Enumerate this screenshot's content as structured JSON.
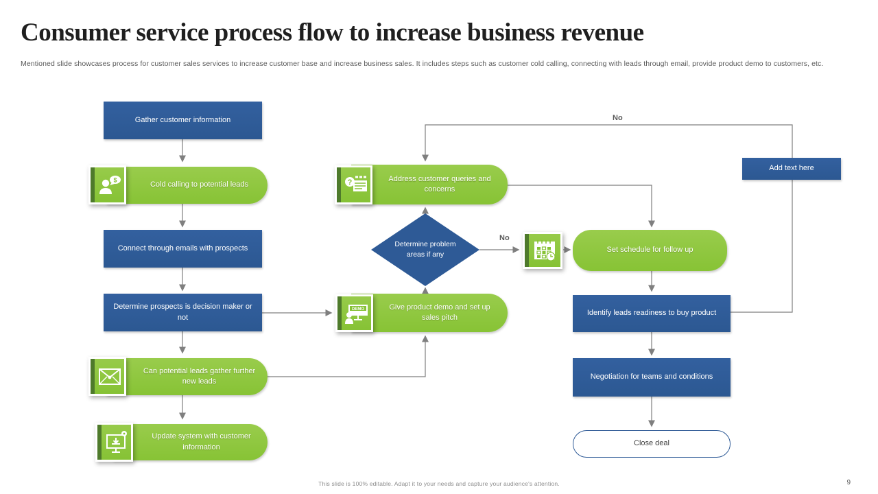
{
  "slide": {
    "title": "Consumer service process flow to increase business revenue",
    "description": "Mentioned slide showcases process for customer sales services to increase customer base and increase business sales. It includes steps such as customer cold calling, connecting with leads through email, provide product demo to customers, etc.",
    "footer_note": "This slide is 100% editable.  Adapt it to your needs and capture your audience's attention.",
    "page_number": "9"
  },
  "colors": {
    "navy": "#2e5a96",
    "green": "#8ec63e",
    "green_dark": "#4e7a2b",
    "connector_gray": "#7f7f7f",
    "muted_text": "#595959"
  },
  "flowchart": {
    "labels": {
      "no_top": "No",
      "no_branch": "No"
    },
    "icon_text": {
      "demo": "DEMO",
      "dollar": "$",
      "question": "?"
    },
    "nodes": {
      "gather": {
        "label": "Gather customer information",
        "shape": "rectangle",
        "color": "navy"
      },
      "cold_calling": {
        "label": "Cold calling to potential leads",
        "shape": "rounded-right",
        "color": "green",
        "icon": "cold-call-icon"
      },
      "connect_emails": {
        "label": "Connect through emails with prospects",
        "shape": "rectangle",
        "color": "navy"
      },
      "determine_prospects": {
        "label": "Determine prospects is decision maker or not",
        "shape": "rectangle",
        "color": "navy"
      },
      "can_leads": {
        "label": "Can potential leads gather further new leads",
        "shape": "rounded-right",
        "color": "green",
        "icon": "envelope-icon"
      },
      "update_system": {
        "label": "Update system with customer information",
        "shape": "rounded-right",
        "color": "green",
        "icon": "system-update-icon"
      },
      "address_queries": {
        "label": "Address customer queries and concerns",
        "shape": "rounded-right",
        "color": "green",
        "icon": "faq-icon"
      },
      "determine_problem": {
        "label": "Determine problem areas if any",
        "shape": "diamond",
        "color": "navy"
      },
      "give_demo": {
        "label": "Give product demo and set up sales pitch",
        "shape": "rounded-right",
        "color": "green",
        "icon": "demo-icon"
      },
      "set_schedule": {
        "label": "Set schedule for follow up",
        "shape": "rounded",
        "color": "green",
        "icon": "calendar-icon"
      },
      "add_text": {
        "label": "Add text here",
        "shape": "rectangle",
        "color": "navy"
      },
      "identify_leads": {
        "label": "Identify leads readiness to buy product",
        "shape": "rectangle",
        "color": "navy"
      },
      "negotiation": {
        "label": "Negotiation for teams and conditions",
        "shape": "rectangle",
        "color": "navy"
      },
      "close_deal": {
        "label": "Close deal",
        "shape": "rounded-outline",
        "color": "white"
      }
    }
  }
}
